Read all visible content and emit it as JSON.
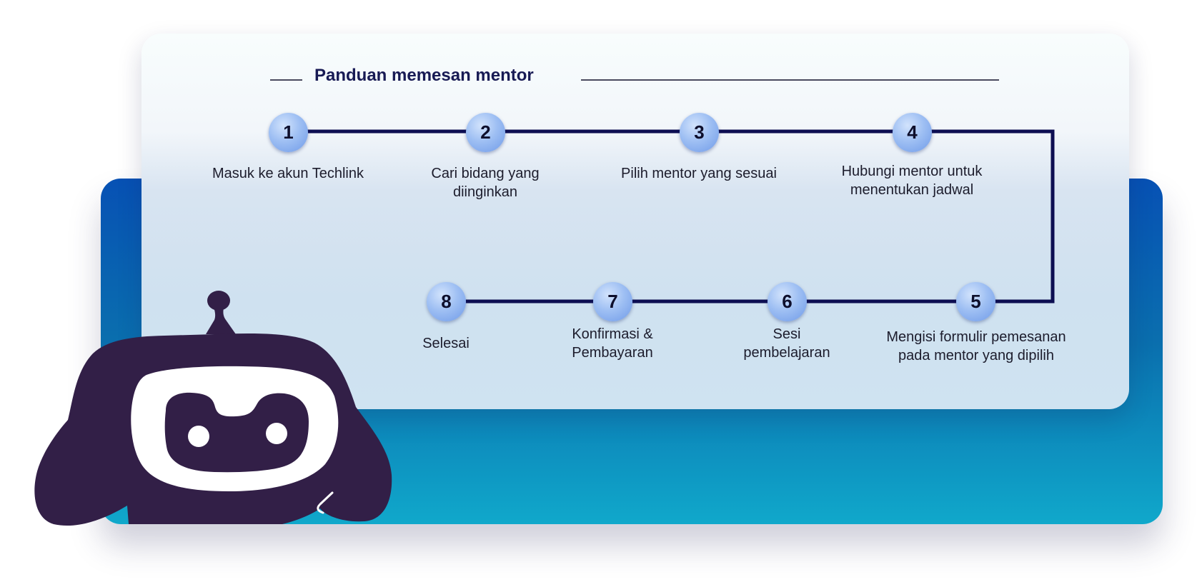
{
  "title": "Panduan memesan mentor",
  "colors": {
    "path_line": "#0d0e52",
    "step_circle": "#8fb2f0",
    "blue_panel_top": "#0751b4",
    "blue_panel_bottom": "#10a8cb",
    "robot_body": "#321f47"
  },
  "icons": {
    "mascot": "robot-mascot-icon"
  },
  "steps": [
    {
      "number": "1",
      "label": "Masuk ke akun Techlink"
    },
    {
      "number": "2",
      "label": "Cari bidang yang diinginkan"
    },
    {
      "number": "3",
      "label": "Pilih mentor yang sesuai"
    },
    {
      "number": "4",
      "label": "Hubungi mentor untuk menentukan jadwal"
    },
    {
      "number": "5",
      "label": "Mengisi formulir pemesanan pada mentor yang dipilih"
    },
    {
      "number": "6",
      "label": "Sesi pembelajaran"
    },
    {
      "number": "7",
      "label": "Konfirmasi & Pembayaran"
    },
    {
      "number": "8",
      "label": "Selesai"
    }
  ]
}
